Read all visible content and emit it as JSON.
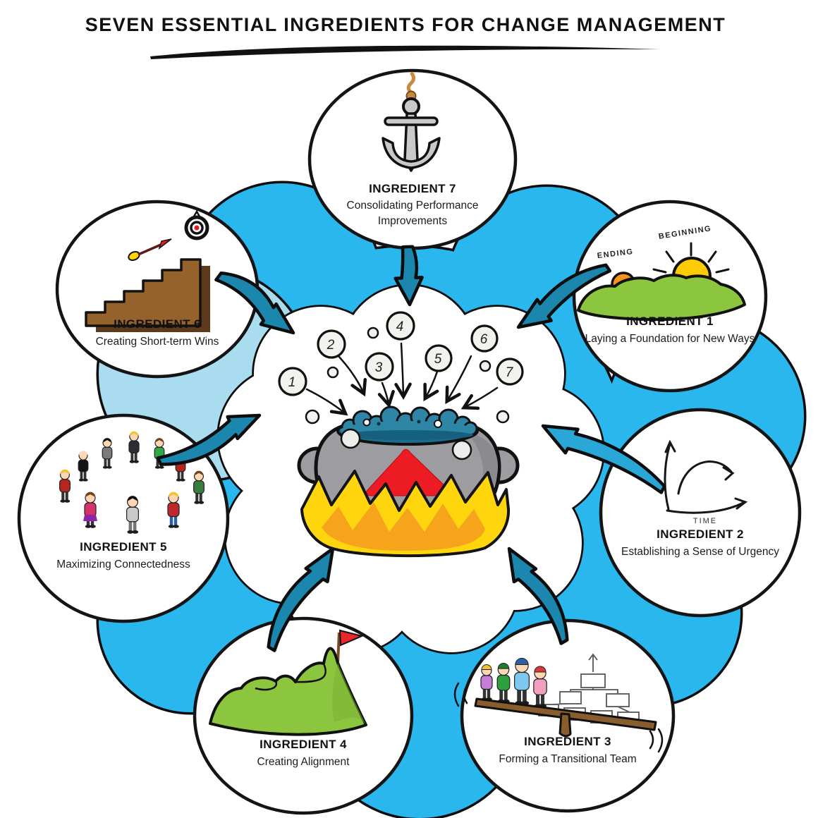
{
  "title": "SEVEN ESSENTIAL INGREDIENTS FOR CHANGE MANAGEMENT",
  "center": {
    "icon": "cauldron-icon",
    "bubble_numbers": [
      "1",
      "2",
      "3",
      "4",
      "5",
      "6",
      "7"
    ]
  },
  "ingredients": [
    {
      "label": "INGREDIENT 1",
      "desc": "Laying a Foundation for New Ways",
      "icon": "sunrise-hills-icon",
      "ending_label": "ENDING",
      "beginning_label": "BEGINNING"
    },
    {
      "label": "INGREDIENT 2",
      "desc": "Establishing a Sense of Urgency",
      "icon": "money-time-graph-icon",
      "y_axis_label": "$",
      "x_axis_label": "TIME"
    },
    {
      "label": "INGREDIENT 3",
      "desc": "Forming a Transitional Team",
      "icon": "team-seesaw-icon"
    },
    {
      "label": "INGREDIENT 4",
      "desc": "Creating Alignment",
      "icon": "mountain-flag-icon"
    },
    {
      "label": "INGREDIENT 5",
      "desc": "Maximizing Connectedness",
      "icon": "people-circle-icon"
    },
    {
      "label": "INGREDIENT 6",
      "desc": "Creating Short-term Wins",
      "icon": "stairs-dart-target-icon"
    },
    {
      "label": "INGREDIENT 7",
      "desc": "Consolidating Performance Improvements",
      "icon": "anchor-icon"
    }
  ],
  "colors": {
    "background_blue": "#29b7ee",
    "background_light_blue": "#a9dcee",
    "arrow_teal": "#1b87ae",
    "arrow_light_blue": "#29a8d8",
    "flame_yellow": "#ffd60e",
    "flame_orange": "#f7a41d",
    "cauldron_gray": "#9d9da1",
    "liquid_teal": "#2e86a6",
    "triangle_red": "#ed1c24",
    "hill_green": "#8cc63e",
    "stair_brown": "#95622c"
  }
}
